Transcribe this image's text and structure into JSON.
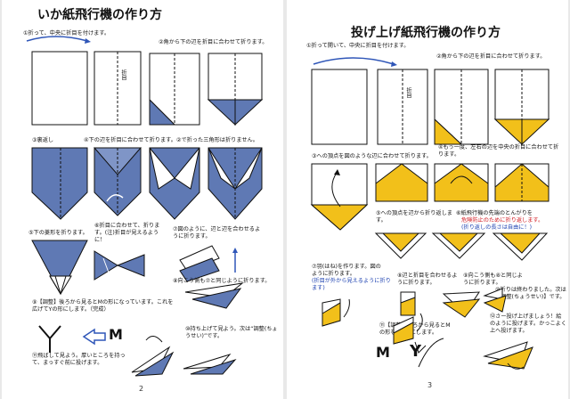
{
  "colors": {
    "blue_paper": "#5f79b4",
    "yellow_paper": "#f2c01a",
    "line": "#111111",
    "arrow": "#2f56b8",
    "note_blue": "#1a3fb0",
    "note_red": "#d0161e"
  },
  "left": {
    "title": "いか紙飛行機の作り方",
    "steps": [
      "①折って、中央に折目を付けます。",
      "②角から下の辺を折目に合わせて折ります。",
      "③裏返し",
      "④下の辺を折目に合わせて折ります。②で折った三角形は折りません。",
      "⑤下の菱形を折ります。",
      "⑥折目に合わせて、折ります。(注)折目が見えるように！",
      "⑦図のように、辺と辺を合わせるように折ります。",
      "⑧向こう側も⑦と同じように折ります。",
      "⑨【調整】後ろから見るとMの形になっています。これを広げてYの形にします。（完成）",
      "⑩持ち上げて見よう。次は“調整(ちょうせい)”です。",
      "⑪飛ばして見よう。厚いところを持って、まっすぐ前に投げます。"
    ],
    "fold_label": "折目",
    "letters": [
      "Y",
      "M"
    ],
    "page_number": "2"
  },
  "right": {
    "title": "投げ上げ紙飛行機の作り方",
    "steps": [
      "①折って開いて、中央に折目を付けます。",
      "②角から下の辺を折目に合わせて折ります。",
      "③への頂点を図のような辺に合わせて折ります。",
      "④もう一度、左右の辺を中央の折目に合わせて折ります。",
      "⑤への頂点を辺から折り返します。",
      "⑥紙飛行機の先端のとんがりを",
      "⑦羽(はね)を作ります。図のように折ります。",
      "⑧辺と折目を合わせるように折ります。",
      "⑨向こう側も⑧と同じように折ります。",
      "⑩折りは終わりました。次は【調整(ちょうせい)】です。",
      "⑪【調整】後ろから見るとMの形をYの形にします。",
      "⑫さー投げ上げましょう！絵のように投げます。かっこよく上へ投げます。"
    ],
    "note_red": "危険防止のために折り返します。",
    "note_blue_1": "(折り返しの長さは自由に！)",
    "note_blue_2": "(折目が外から見えるように折ります)",
    "fold_label": "折目",
    "letters": [
      "M",
      "Y"
    ],
    "page_number": "3"
  }
}
